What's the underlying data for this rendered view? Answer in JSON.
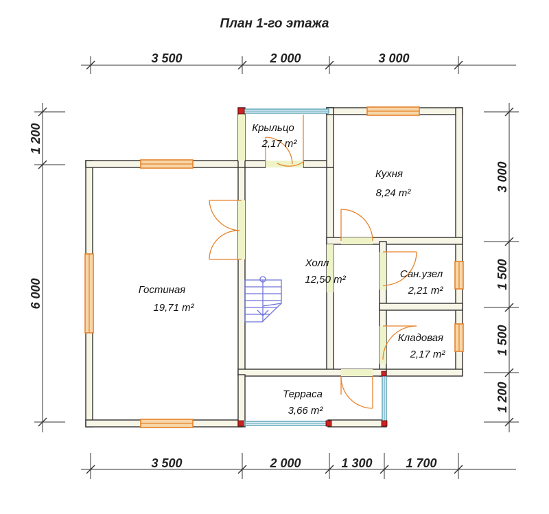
{
  "title": "План 1-го этажа",
  "dimensions": {
    "top": [
      "3 500",
      "2 000",
      "3 000"
    ],
    "bottom": [
      "3 500",
      "2 000",
      "1 300",
      "1 700"
    ],
    "left": [
      "1 200",
      "6 000"
    ],
    "right": [
      "3 000",
      "1 500",
      "1 500",
      "1 200"
    ]
  },
  "rooms": [
    {
      "name": "Крыльцо",
      "area": "2,17 m²"
    },
    {
      "name": "Кухня",
      "area": "8,24 m²"
    },
    {
      "name": "Холл",
      "area": "12,50 m²"
    },
    {
      "name": "Сан.узел",
      "area": "2,21 m²"
    },
    {
      "name": "Гостиная",
      "area": "19,71 m²"
    },
    {
      "name": "Кладовая",
      "area": "2,17 m²"
    },
    {
      "name": "Терраса",
      "area": "3,66 m²"
    }
  ],
  "colors": {
    "wall": "#f7f5e6",
    "window": "#e8822a",
    "glass": "#5ba3b8",
    "stair": "#6f73d6",
    "post": "#cc2222"
  }
}
